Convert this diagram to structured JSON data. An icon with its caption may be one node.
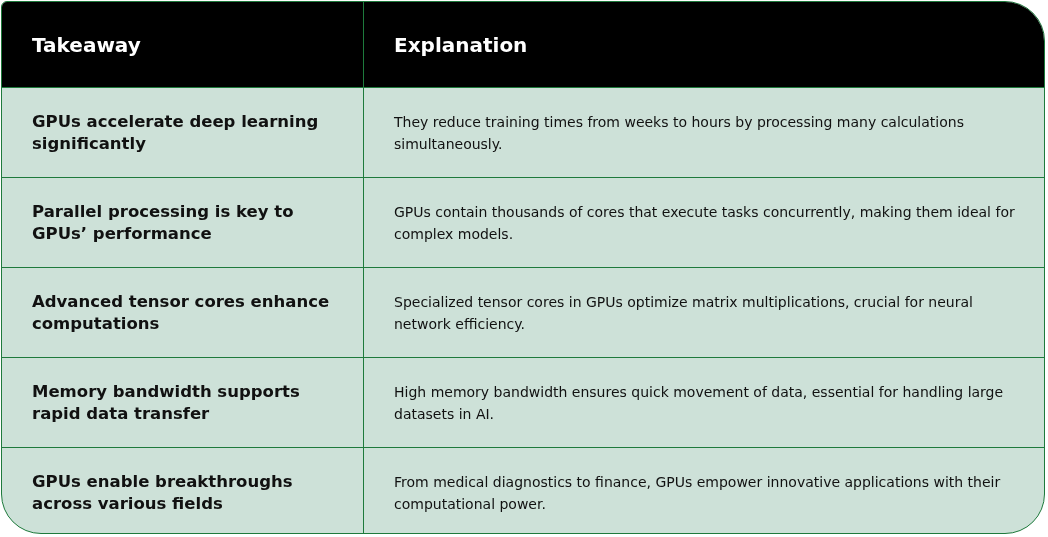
{
  "diagram": {
    "labels": [
      "Takeaway",
      "Explanation",
      "GPUs accelerate deep learning significantly",
      "They reduce training times from weeks to hours by processing many calculations simultaneously.",
      "Parallel processing is key to GPUs’ performance",
      "GPUs contain thousands of cores that execute tasks concurrently, making them ideal for complex models.",
      "Advanced tensor cores enhance computations",
      "Specialized tensor cores in GPUs optimize matrix multiplications, crucial for neural network efficiency.",
      "Memory bandwidth supports rapid data transfer",
      "High memory bandwidth ensures quick movement of data, essential for handling large datasets in AI.",
      "GPUs enable breakthroughs across various fields",
      "From medical diagnostics to finance, GPUs empower innovative applications with their computational power."
    ]
  }
}
